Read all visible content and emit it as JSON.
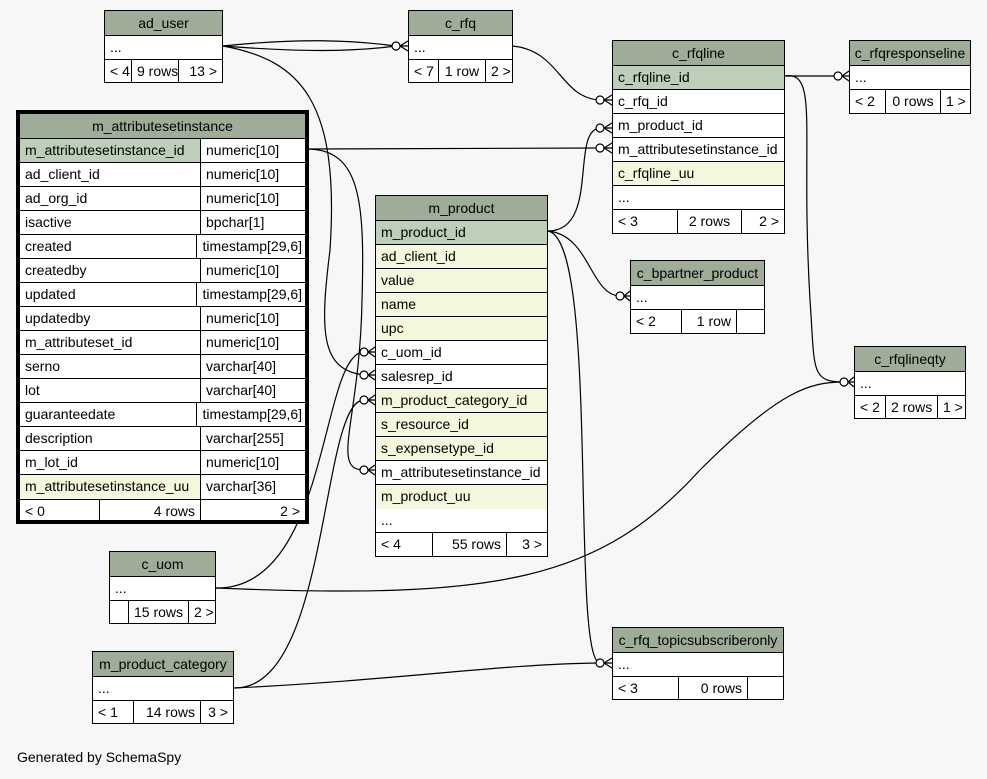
{
  "tables": {
    "ad_user": {
      "name": "ad_user",
      "ellipsis": "...",
      "nav_prev": "< 4",
      "rows": "9 rows",
      "nav_next": "13 >"
    },
    "c_rfq": {
      "name": "c_rfq",
      "ellipsis": "...",
      "nav_prev": "< 7",
      "rows": "1 row",
      "nav_next": "2 >"
    },
    "c_rfqline": {
      "name": "c_rfqline",
      "columns": [
        "c_rfqline_id",
        "c_rfq_id",
        "m_product_id",
        "m_attributesetinstance_id",
        "c_rfqline_uu"
      ],
      "ellipsis": "...",
      "nav_prev": "< 3",
      "rows": "2 rows",
      "nav_next": "2 >"
    },
    "c_rfqresponseline": {
      "name": "c_rfqresponseline",
      "ellipsis": "...",
      "nav_prev": "< 2",
      "rows": "0 rows",
      "nav_next": "1 >"
    },
    "m_attributesetinstance": {
      "name": "m_attributesetinstance",
      "columns": [
        {
          "name": "m_attributesetinstance_id",
          "type": "numeric[10]"
        },
        {
          "name": "ad_client_id",
          "type": "numeric[10]"
        },
        {
          "name": "ad_org_id",
          "type": "numeric[10]"
        },
        {
          "name": "isactive",
          "type": "bpchar[1]"
        },
        {
          "name": "created",
          "type": "timestamp[29,6]"
        },
        {
          "name": "createdby",
          "type": "numeric[10]"
        },
        {
          "name": "updated",
          "type": "timestamp[29,6]"
        },
        {
          "name": "updatedby",
          "type": "numeric[10]"
        },
        {
          "name": "m_attributeset_id",
          "type": "numeric[10]"
        },
        {
          "name": "serno",
          "type": "varchar[40]"
        },
        {
          "name": "lot",
          "type": "varchar[40]"
        },
        {
          "name": "guaranteedate",
          "type": "timestamp[29,6]"
        },
        {
          "name": "description",
          "type": "varchar[255]"
        },
        {
          "name": "m_lot_id",
          "type": "numeric[10]"
        },
        {
          "name": "m_attributesetinstance_uu",
          "type": "varchar[36]"
        }
      ],
      "nav_prev": "< 0",
      "rows": "4 rows",
      "nav_next": "2 >"
    },
    "m_product": {
      "name": "m_product",
      "columns": [
        "m_product_id",
        "ad_client_id",
        "value",
        "name",
        "upc",
        "c_uom_id",
        "salesrep_id",
        "m_product_category_id",
        "s_resource_id",
        "s_expensetype_id",
        "m_attributesetinstance_id",
        "m_product_uu"
      ],
      "ellipsis": "...",
      "nav_prev": "< 4",
      "rows": "55 rows",
      "nav_next": "3 >"
    },
    "c_bpartner_product": {
      "name": "c_bpartner_product",
      "ellipsis": "...",
      "nav_prev": "< 2",
      "rows": "1 row",
      "nav_next": ""
    },
    "c_rfqlineqty": {
      "name": "c_rfqlineqty",
      "ellipsis": "...",
      "nav_prev": "< 2",
      "rows": "2 rows",
      "nav_next": "1 >"
    },
    "c_uom": {
      "name": "c_uom",
      "ellipsis": "...",
      "nav_prev": "",
      "rows": "15 rows",
      "nav_next": "2 >"
    },
    "m_product_category": {
      "name": "m_product_category",
      "ellipsis": "...",
      "nav_prev": "< 1",
      "rows": "14 rows",
      "nav_next": "3 >"
    },
    "c_rfq_topicsubscriberonly": {
      "name": "c_rfq_topicsubscriberonly",
      "ellipsis": "...",
      "nav_prev": "< 3",
      "rows": "0 rows",
      "nav_next": ""
    }
  },
  "footer": {
    "credit": "Generated by SchemaSpy"
  },
  "colors": {
    "header": "#9fac98",
    "primary_key": "#bdcfb8",
    "foreign_key": "#f5f7dc",
    "background": "#f7f7f7"
  }
}
